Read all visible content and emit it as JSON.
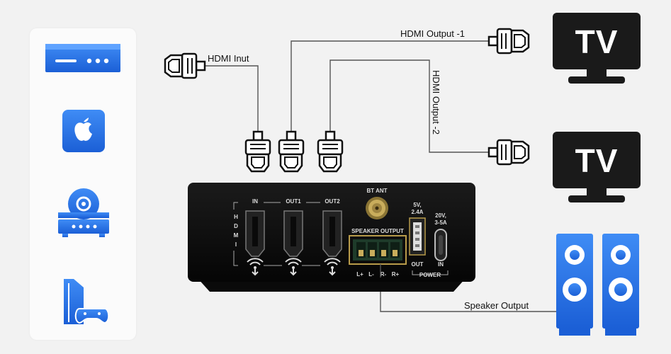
{
  "labels": {
    "hdmi_input": "HDMI Inut",
    "hdmi_output_1": "HDMI Output -1",
    "hdmi_output_2": "HDMI Output -2",
    "speaker_output": "Speaker Output"
  },
  "device": {
    "hdmi_letters": [
      "H",
      "D",
      "M",
      "I"
    ],
    "port_in": "IN",
    "port_out1": "OUT1",
    "port_out2": "OUT2",
    "bt_ant": "BT ANT",
    "speaker_output": "SPEAKER OUTPUT",
    "speaker_pins": [
      "L+",
      "L-",
      "R-",
      "R+"
    ],
    "usb_rating": "5V,\n2.4A",
    "usb_rating_line1": "5V,",
    "usb_rating_line2": "2.4A",
    "usb_out": "OUT",
    "usbc_rating_line1": "20V,",
    "usbc_rating_line2": "3-5A",
    "usbc_in": "IN",
    "power": "POWER"
  },
  "tv": {
    "label_1": "TV",
    "label_2": "TV"
  },
  "sources": [
    {
      "icon": "streaming-box-icon"
    },
    {
      "icon": "apple-tv-icon"
    },
    {
      "icon": "dvd-player-icon"
    },
    {
      "icon": "game-console-icon"
    }
  ],
  "colors": {
    "accent_blue": "#1f6fe8",
    "device_black": "#111111",
    "gold": "#b89b4a",
    "green_terminal": "#1e3b2a"
  }
}
